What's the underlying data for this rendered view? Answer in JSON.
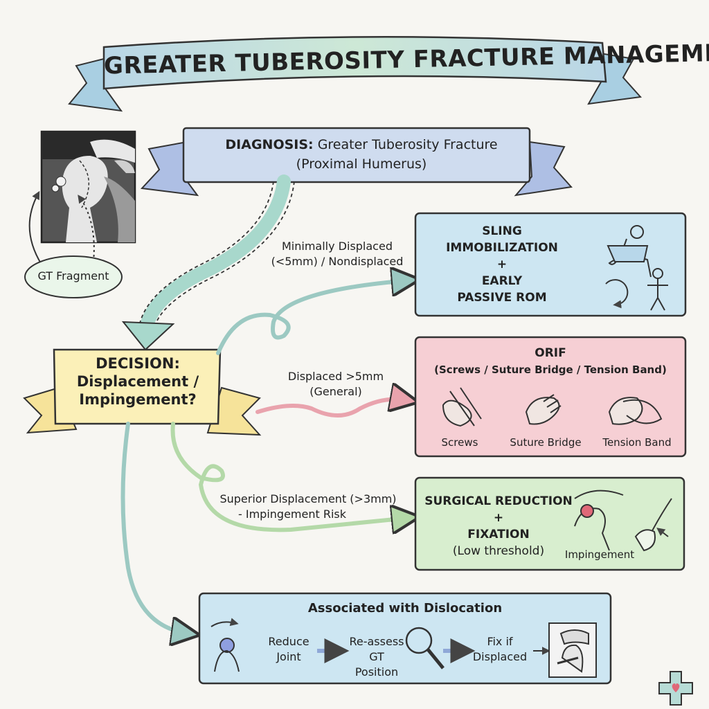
{
  "title": "GREATER TUBEROSITY FRACTURE MANAGEMENT",
  "diagnosis": {
    "label": "DIAGNOSIS:",
    "text": "Greater Tuberosity Fracture",
    "sub": "(Proximal Humerus)"
  },
  "xray": {
    "callout": "GT Fragment"
  },
  "decision": {
    "line1": "DECISION:",
    "line2": "Displacement /",
    "line3": "Impingement?"
  },
  "branches": {
    "minimal": {
      "line1": "Minimally Displaced",
      "line2": "(<5mm) / Nondisplaced"
    },
    "displaced": {
      "line1": "Displaced >5mm",
      "line2": "(General)"
    },
    "superior": {
      "line1": "Superior Displacement (>3mm)",
      "line2": "- Impingement Risk"
    }
  },
  "sling": {
    "line1": "SLING",
    "line2": "IMMOBILIZATION",
    "plus": "+",
    "line3": "EARLY",
    "line4": "PASSIVE ROM"
  },
  "orif": {
    "title": "ORIF",
    "sub": "(Screws / Suture Bridge / Tension Band)",
    "items": [
      "Screws",
      "Suture Bridge",
      "Tension Band"
    ]
  },
  "surgical": {
    "line1": "SURGICAL REDUCTION",
    "plus": "+",
    "line2": "FIXATION",
    "line3": "(Low threshold)",
    "icon_label": "Impingement"
  },
  "dislocation": {
    "title": "Associated with Dislocation",
    "steps": [
      [
        "Reduce",
        "Joint"
      ],
      [
        "Re-assess",
        "GT",
        "Position"
      ],
      [
        "Fix if",
        "Displaced"
      ]
    ]
  },
  "colors": {
    "blue": "#cde6f2",
    "red": "#f6cfd4",
    "green": "#d8eecf",
    "yellow": "#fbf0b8",
    "banner": "#cfdcef",
    "teal": "#7fb9b4",
    "pink": "#e06878"
  }
}
